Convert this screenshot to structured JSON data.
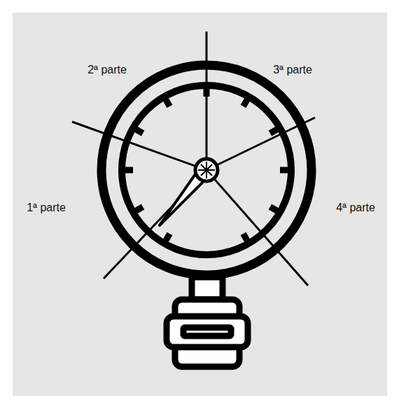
{
  "diagram": {
    "labels": [
      "1ª parte",
      "2ª parte",
      "3ª parte",
      "4ª parte"
    ]
  }
}
